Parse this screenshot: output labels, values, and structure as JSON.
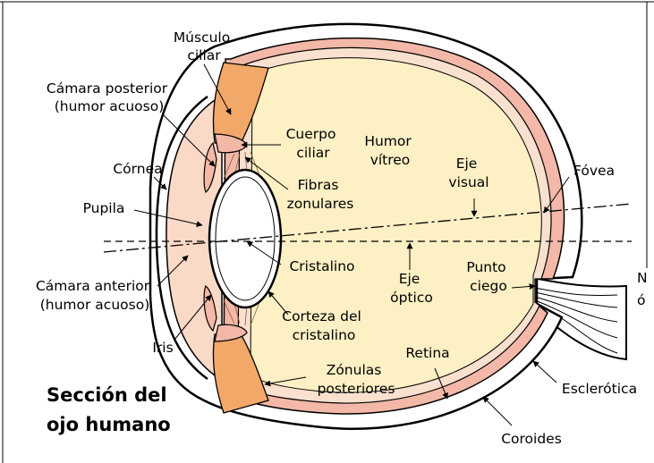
{
  "title_lines": [
    "Sección del",
    "ojo humano"
  ],
  "labels": {
    "musculo_ciliar": [
      "Músculo",
      "ciliar"
    ],
    "camara_posterior": [
      "Cámara posterior",
      "(humor acuoso)"
    ],
    "cornea": [
      "Córnea"
    ],
    "pupila": [
      "Pupila"
    ],
    "camara_anterior": [
      "Cámara anterior",
      "(humor acuoso)"
    ],
    "iris": [
      "Iris"
    ],
    "cuerpo_ciliar": [
      "Cuerpo",
      "ciliar"
    ],
    "fibras_zonulares": [
      "Fibras",
      "zonulares"
    ],
    "cristalino": [
      "Cristalino"
    ],
    "corteza_cristalino": [
      "Corteza del",
      "cristalino"
    ],
    "zonulas_posteriores": [
      "Zónulas",
      "posteriores"
    ],
    "humor_vitreo": [
      "Humor",
      "vítreo"
    ],
    "eje_visual": [
      "Eje",
      "visual"
    ],
    "eje_optico": [
      "Eje",
      "óptico"
    ],
    "punto_ciego": [
      "Punto",
      "ciego"
    ],
    "retina": [
      "Retina"
    ],
    "fovea": [
      "Fóvea"
    ],
    "esclerotica": [
      "Esclerótica"
    ],
    "coroides": [
      "Coroides"
    ],
    "nervio_optico": [
      "N",
      "ó"
    ]
  },
  "colors": {
    "sclera": "#ffffff",
    "choroid": "#f3b8a8",
    "retina": "#f9e0cf",
    "vitreous": "#fdf0c4",
    "aqueous": "#fbd9c7",
    "muscle": "#f2a868",
    "lens": "#ffffff",
    "outline": "#000000"
  }
}
